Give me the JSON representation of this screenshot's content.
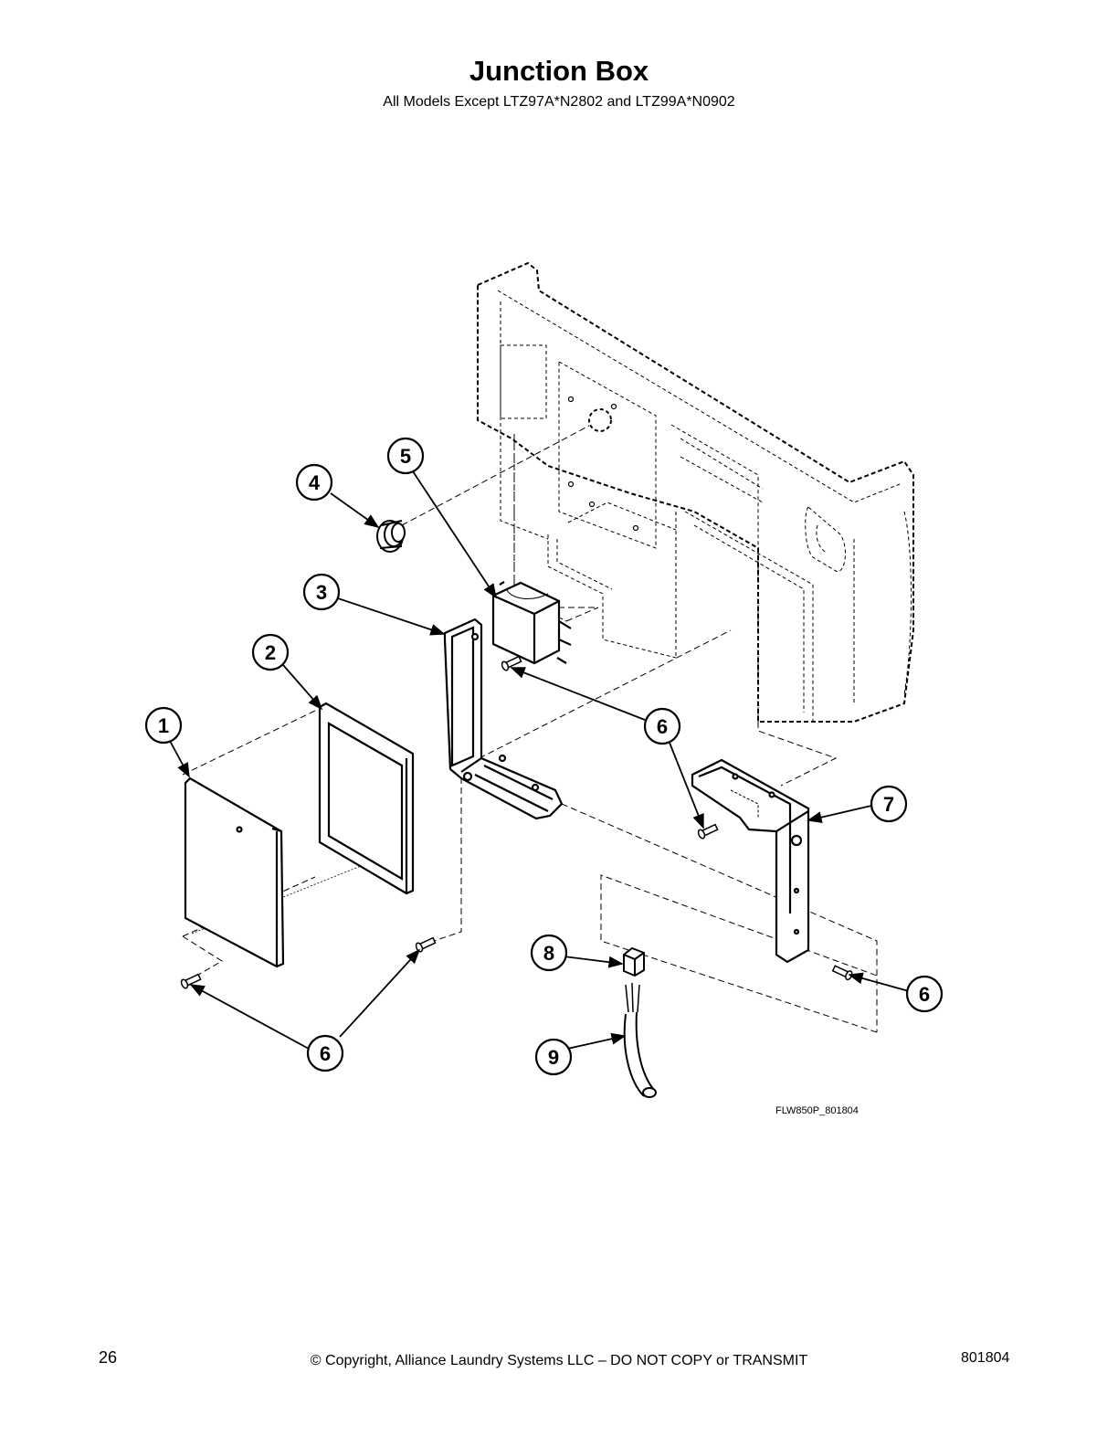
{
  "header": {
    "title": "Junction Box",
    "subtitle": "All Models Except LTZ97A*N2802 and LTZ99A*N0902"
  },
  "diagram": {
    "drawing_number": "FLW850P_801804",
    "callouts": [
      {
        "id": "callout-1",
        "label": "1"
      },
      {
        "id": "callout-2",
        "label": "2"
      },
      {
        "id": "callout-3",
        "label": "3"
      },
      {
        "id": "callout-4",
        "label": "4"
      },
      {
        "id": "callout-5",
        "label": "5"
      },
      {
        "id": "callout-6a",
        "label": "6"
      },
      {
        "id": "callout-6b",
        "label": "6"
      },
      {
        "id": "callout-6c",
        "label": "6"
      },
      {
        "id": "callout-6d",
        "label": "6"
      },
      {
        "id": "callout-7",
        "label": "7"
      },
      {
        "id": "callout-8",
        "label": "8"
      },
      {
        "id": "callout-9",
        "label": "9"
      }
    ]
  },
  "footer": {
    "page_number": "26",
    "copyright": "© Copyright, Alliance Laundry Systems LLC – DO NOT COPY or TRANSMIT",
    "doc_number": "801804"
  }
}
